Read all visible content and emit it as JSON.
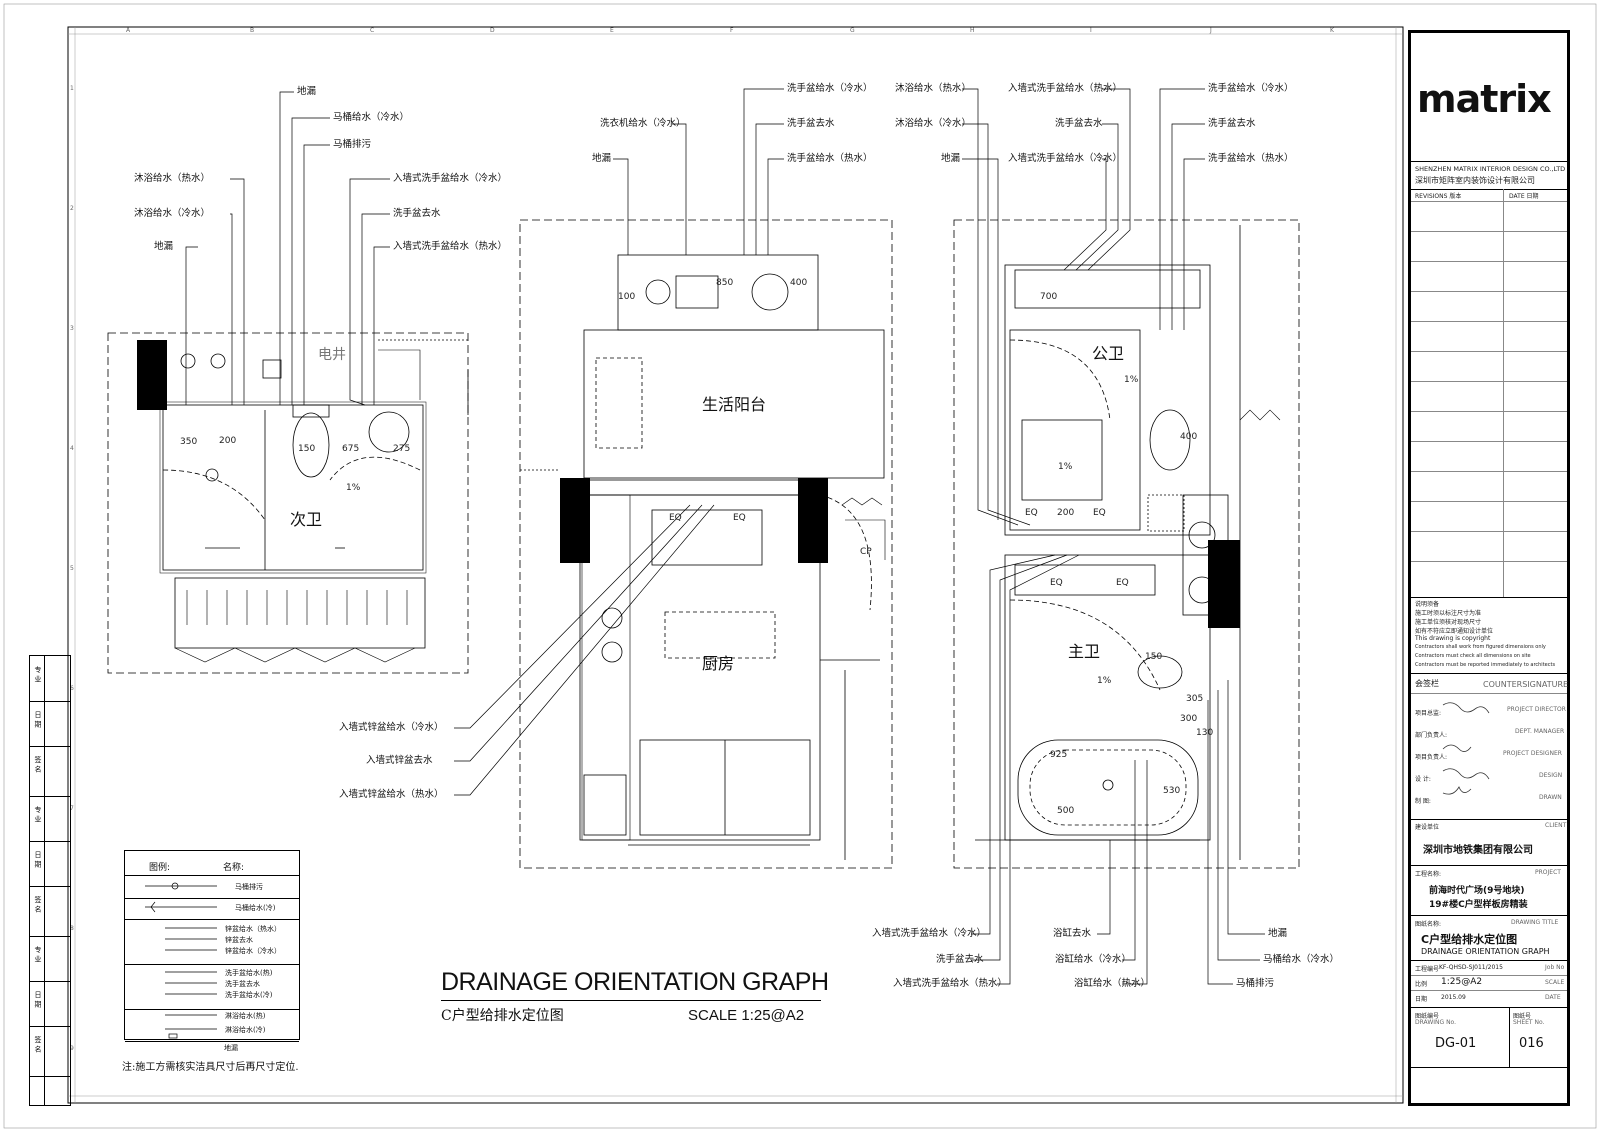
{
  "titles": {
    "en": "DRAINAGE ORIENTATION GRAPH",
    "cn": "C户型给排水定位图",
    "scale": "SCALE 1:25@A2",
    "note": "注:施工方需核实洁具尺寸后再尺寸定位."
  },
  "rooms": {
    "second_bath": "次卫",
    "balcony": "生活阳台",
    "kitchen": "厨房",
    "public_bath": "公卫",
    "master_bath": "主卫",
    "stair": "电井"
  },
  "labels_second_bath": {
    "floor_drain_top": "地漏",
    "toilet_supply": "马桶给水（冷水）",
    "toilet_drain": "马桶排污",
    "shower_hot": "沐浴给水（热水）",
    "shower_cold": "沐浴给水（冷水）",
    "floor_drain": "地漏",
    "basin_cold": "入墙式洗手盆给水（冷水）",
    "basin_drain": "洗手盆去水",
    "basin_hot": "入墙式洗手盆给水（热水）"
  },
  "labels_kitchen": {
    "basin_cold": "洗手盆给水（冷水）",
    "washer_cold": "洗衣机给水（冷水）",
    "basin_drain": "洗手盆去水",
    "floor_drain": "地漏",
    "basin_hot": "洗手盆给水（热水）",
    "sink_cold": "入墙式锌盆给水（冷水）",
    "sink_drain": "入墙式锌盆去水",
    "sink_hot": "入墙式锌盆给水（热水）"
  },
  "labels_public_bath": {
    "shower_hot": "沐浴给水（热水）",
    "shower_cold": "沐浴给水（冷水）",
    "floor_drain": "地漏",
    "wall_basin_hot_a": "入墙式洗手盆给水（热水）",
    "basin_drain": "洗手盆去水",
    "wall_basin_cold": "入墙式洗手盆给水（冷水）",
    "basin_cold": "洗手盆给水（冷水）",
    "basin_drain_b": "洗手盆去水",
    "basin_hot": "洗手盆给水（热水）"
  },
  "labels_master_bath": {
    "wall_basin_cold": "入墙式洗手盆给水（冷水）",
    "basin_drain": "洗手盆去水",
    "wall_basin_hot": "入墙式洗手盆给水（热水）",
    "tub_drain": "浴缸去水",
    "tub_cold": "浴缸给水（冷水）",
    "tub_hot": "浴缸给水（热水）",
    "floor_drain": "地漏",
    "toilet_supply": "马桶给水（冷水）",
    "toilet_drain": "马桶排污"
  },
  "dims": {
    "d350": "350",
    "d200": "200",
    "d150": "150",
    "d675": "675",
    "d275": "275",
    "d100": "100",
    "d850": "850",
    "d400": "400",
    "d700": "700",
    "d400b": "400",
    "d200b": "200",
    "d150b": "150",
    "d305": "305",
    "d300": "300",
    "d130": "130",
    "d925": "925",
    "d530": "530",
    "d500": "500",
    "eq": "EQ",
    "cp": "CP",
    "pct": "1%"
  },
  "legend": {
    "head_icon": "图例:",
    "head_name": "名称:",
    "items": [
      "马桶排污",
      "马桶给水(冷)",
      "锌盆给水（热水）",
      "锌盆去水",
      "锌盆给水（冷水）",
      "洗手盆给水(热)",
      "洗手盆去水",
      "洗手盆给水(冷)",
      "淋浴给水(热)",
      "淋浴给水(冷)",
      "地漏"
    ]
  },
  "sheet": {
    "logo": "matrix",
    "company_en": "SHENZHEN MATRIX INTERIOR DESIGN CO.,LTD",
    "company_cn": "深圳市矩阵室内装饰设计有限公司",
    "rev": "REVISIONS  版本",
    "date": "DATE  日期",
    "notes": [
      "说明须备",
      "施工时须以标注尺寸为准",
      "施工单位须核对现场尺寸",
      "如有不符应立即通知设计单位",
      "This drawing is copyright",
      "Contractors shall work from figured dimensions only",
      "Contractors must check all dimensions on site",
      "Contractors must be reported immediately to architects"
    ],
    "countersig_cn": "会签栏",
    "countersig_en": "COUNTERSIGNATURE",
    "roles": [
      {
        "cn": "项目总监:",
        "en": "PROJECT DIRECTOR"
      },
      {
        "cn": "部门负责人:",
        "en": "DEPT. MANAGER"
      },
      {
        "cn": "项目负责人:",
        "en": "PROJECT DESIGNER"
      },
      {
        "cn": "设    计:",
        "en": "DESIGN"
      },
      {
        "cn": "制    图:",
        "en": "DRAWN"
      }
    ],
    "client_cn": "建设单位",
    "client_en": "CLIENT",
    "client": "深圳市地铁集团有限公司",
    "project_cn": "工程名称:",
    "project_en": "PROJECT",
    "project_1": "前海时代广场(9号地块)",
    "project_2": "19#楼C户型样板房精装",
    "dtitle_cn": "图纸名称:",
    "dtitle_en": "DRAWING TITLE",
    "dtitle_1": "C户型给排水定位图",
    "dtitle_2": "DRAINAGE ORIENTATION GRAPH",
    "job_cn": "工程编号",
    "job_val": "KF-QHSD-SJ011/2015",
    "job_en": "Job No",
    "scale_cn": "比例",
    "scale_val": "1:25@A2",
    "scale_en": "SCALE",
    "date_cn": "日期",
    "date_val": "2015.09",
    "date_en": "DATE",
    "drawno_cn": "图纸编号",
    "drawno_en": "DRAWING No.",
    "drawno": "DG-01",
    "sheetno_cn": "图纸号",
    "sheetno_en": "SHEET No.",
    "sheetno": "016"
  },
  "sidebar": {
    "cells": [
      "专 业",
      "日 期",
      "签 名",
      "专 业",
      "日 期",
      "签 名",
      "专 业",
      "日 期",
      "签 名"
    ]
  },
  "grid": {
    "cols": [
      "A",
      "B",
      "C",
      "D",
      "E",
      "F",
      "G",
      "H",
      "I",
      "J",
      "K"
    ],
    "rows": [
      "1",
      "2",
      "3",
      "4",
      "5",
      "6",
      "7",
      "8",
      "9"
    ]
  }
}
